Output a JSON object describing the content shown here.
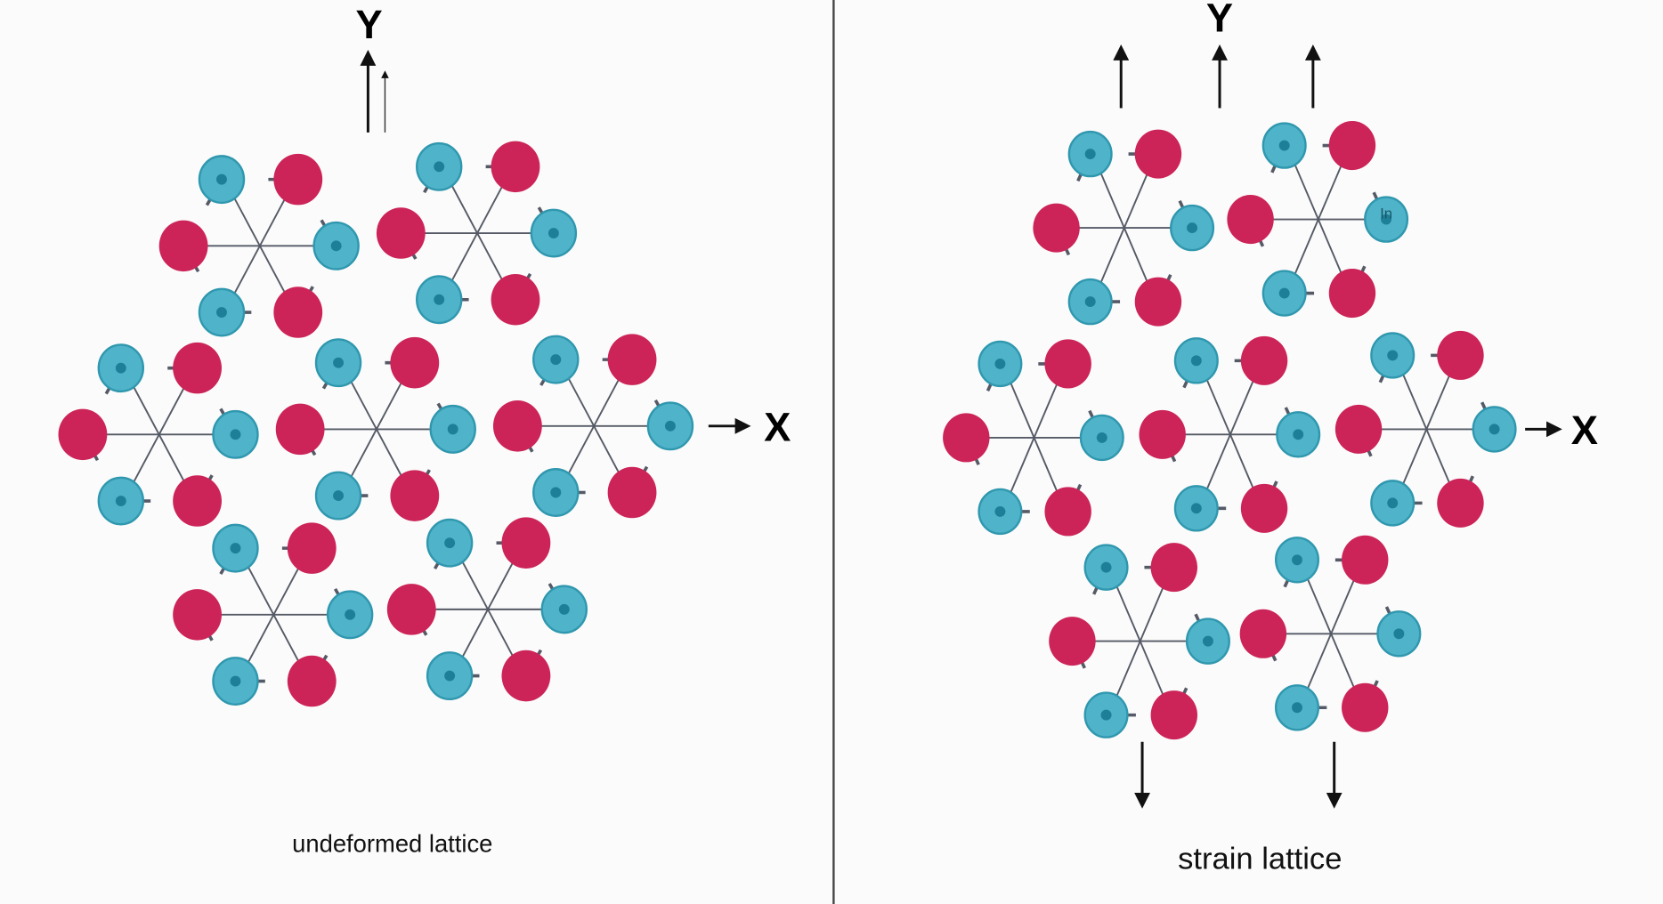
{
  "colors": {
    "cation": "#4fb3c9",
    "cation_edge": "#2f97ae",
    "anion": "#cc2458",
    "bond": "#555a66",
    "divider": "#444444"
  },
  "panels": [
    {
      "id": "undeformed",
      "caption": "undeformed lattice",
      "y_axis": "Y",
      "x_axis": "X",
      "strain": [
        1.0,
        1.0
      ]
    },
    {
      "id": "strained",
      "caption": "strain lattice",
      "y_axis": "Y",
      "x_axis": "X",
      "strain": [
        0.92,
        1.12
      ],
      "atom_label": "In"
    }
  ]
}
